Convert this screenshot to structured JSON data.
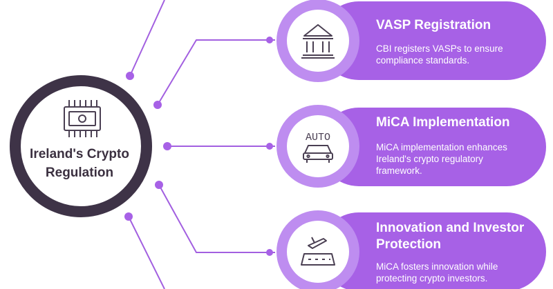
{
  "hub": {
    "title_line1": "Ireland's Crypto",
    "title_line2": "Regulation",
    "icon": "circuit-chip-icon"
  },
  "cards": [
    {
      "title": "VASP Registration",
      "description": "CBI registers VASPs to ensure compliance standards.",
      "icon": "bank-building-icon"
    },
    {
      "title": "MiCA Implementation",
      "description": "MiCA implementation enhances Ireland's crypto regulatory framework.",
      "icon": "auto-car-icon",
      "icon_text": "AUTO"
    },
    {
      "title": "Innovation and Investor Protection",
      "description": "MiCA fosters innovation while protecting crypto investors.",
      "icon": "runway-plane-icon"
    }
  ],
  "colors": {
    "accent": "#a761e6",
    "accent_light": "#be8df0",
    "hub_ring": "#3e3347",
    "icon_stroke": "#4a3f52",
    "connector": "#a25fe0",
    "text_dark": "#3b3040"
  }
}
